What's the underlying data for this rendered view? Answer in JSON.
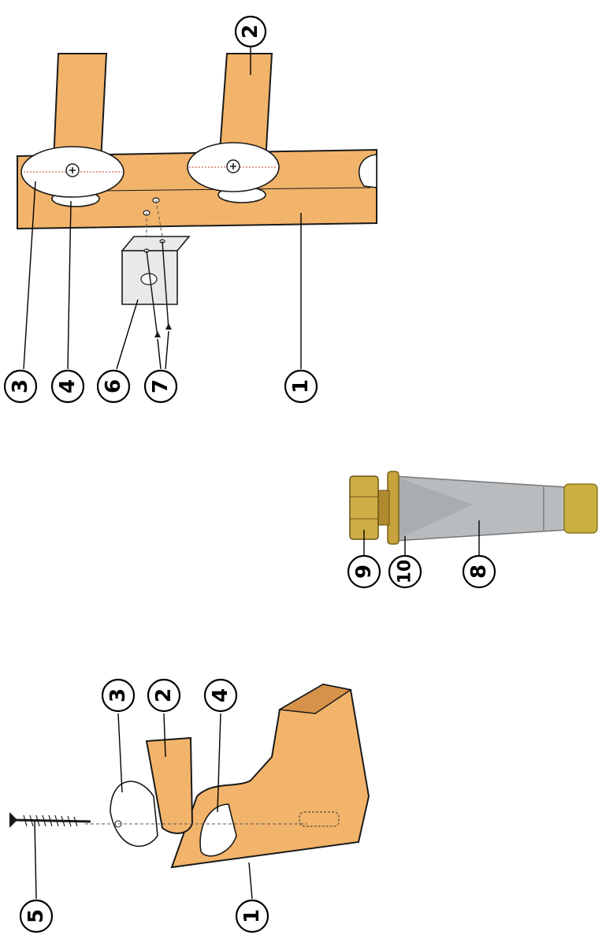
{
  "callouts": {
    "c1_top": "1",
    "c2_top": "2",
    "c3_top": "3",
    "c4_top": "4",
    "c6_top": "6",
    "c7_top": "7",
    "c8": "8",
    "c9": "9",
    "c10": "10",
    "c1_bottom": "1",
    "c2_bottom": "2",
    "c3_bottom": "3",
    "c4_bottom": "4",
    "c5_bottom": "5"
  },
  "colors": {
    "wood": "#f2b46b",
    "wood_shadow": "#d7924a",
    "anchor_metal": "#b8bcbf",
    "anchor_cap": "#c9b040",
    "bolt_brass": "#c8a23c"
  }
}
